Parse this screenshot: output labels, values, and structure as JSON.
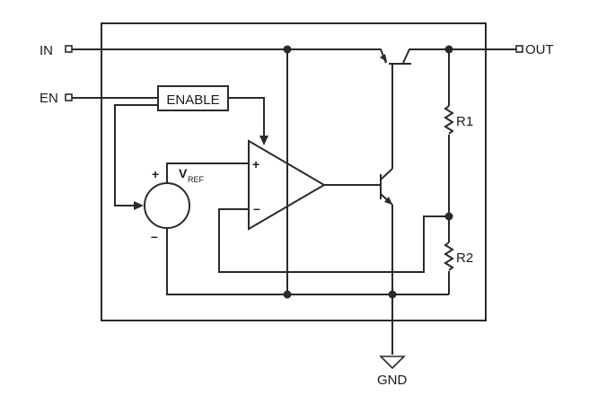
{
  "pins": {
    "in": "IN",
    "en": "EN",
    "out": "OUT",
    "gnd": "GND"
  },
  "blocks": {
    "enable": "ENABLE",
    "vref_main": "V",
    "vref_sub": "REF",
    "vref_plus": "+",
    "vref_minus": "–"
  },
  "opamp": {
    "plus": "+",
    "minus": "–"
  },
  "resistors": {
    "r1": "R1",
    "r2": "R2"
  }
}
